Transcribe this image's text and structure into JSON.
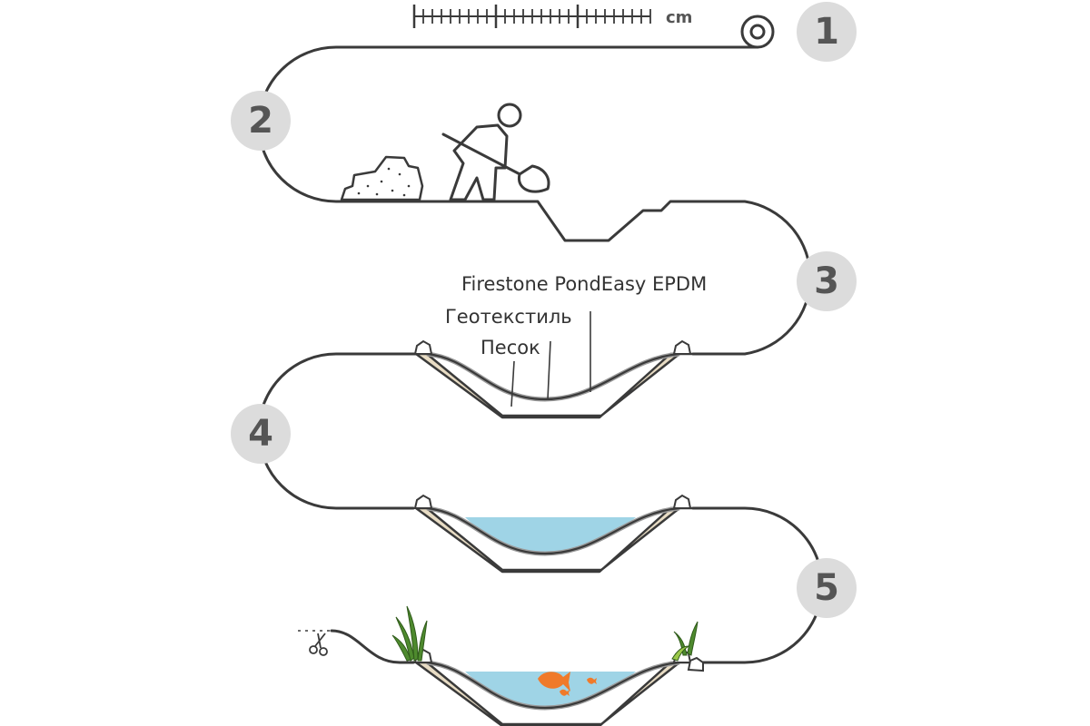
{
  "diagram": {
    "steps": [
      "1",
      "2",
      "3",
      "4",
      "5"
    ],
    "ruler": {
      "unit": "cm"
    },
    "layers": {
      "liner": "Firestone PondEasy EPDM",
      "geotextile": "Геотекстиль",
      "sand": "Песок"
    },
    "colors": {
      "water": "#9fd4e6",
      "sand": "#e8dcc4",
      "fish": "#f07a2a",
      "step_badge": "#dcdcdc"
    },
    "icons": [
      "ruler-icon",
      "roll-icon",
      "digger-icon",
      "dirt-pile-icon",
      "rock-icon",
      "plant-icon",
      "fish-icon",
      "scissors-icon"
    ]
  }
}
